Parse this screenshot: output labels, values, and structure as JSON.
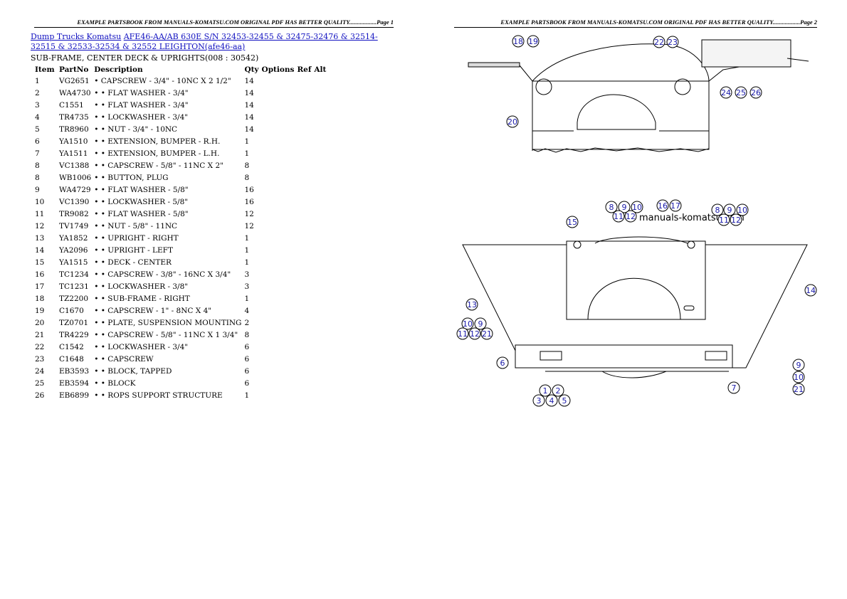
{
  "headers": {
    "page1": "EXAMPLE PARTSBOOK FROM MANUALS-KOMATSU.COM ORIGINAL PDF HAS BETTER QUALITY..................Page 1",
    "page2": "EXAMPLE PARTSBOOK FROM MANUALS-KOMATSU.COM ORIGINAL PDF HAS BETTER QUALITY..................Page 2"
  },
  "breadcrumb": {
    "link1": "Dump Trucks Komatsu",
    "link2": "AFE46-AA/AB 630E S/N 32453-32455 & 32475-32476 & 32514-32515 & 32533-32534 & 32552 LEIGHTON(afe46-aa)"
  },
  "section_title": "SUB-FRAME, CENTER DECK & UPRIGHTS(008 : 30542)",
  "table": {
    "headers": {
      "item": "Item",
      "partno": "PartNo",
      "description": "Description",
      "qty": "Qty",
      "options": "Options",
      "ref": "Ref",
      "alt": "Alt"
    },
    "rows": [
      {
        "item": "1",
        "partno": "VG2651",
        "description": "• CAPSCREW - 3/4\" - 10NC X 2 1/2\"",
        "qty": "14"
      },
      {
        "item": "2",
        "partno": "WA4730",
        "description": "• • FLAT WASHER - 3/4\"",
        "qty": "14"
      },
      {
        "item": "3",
        "partno": "C1551",
        "description": "• • FLAT WASHER - 3/4\"",
        "qty": "14"
      },
      {
        "item": "4",
        "partno": "TR4735",
        "description": "• • LOCKWASHER - 3/4\"",
        "qty": "14"
      },
      {
        "item": "5",
        "partno": "TR8960",
        "description": "• • NUT - 3/4\" - 10NC",
        "qty": "14"
      },
      {
        "item": "6",
        "partno": "YA1510",
        "description": "• • EXTENSION, BUMPER - R.H.",
        "qty": "1"
      },
      {
        "item": "7",
        "partno": "YA1511",
        "description": "• • EXTENSION, BUMPER - L.H.",
        "qty": "1"
      },
      {
        "item": "8",
        "partno": "VC1388",
        "description": "• • CAPSCREW - 5/8\" - 11NC X 2\"",
        "qty": "8"
      },
      {
        "item": "8",
        "partno": "WB1006",
        "description": "• • BUTTON, PLUG",
        "qty": "8"
      },
      {
        "item": "9",
        "partno": "WA4729",
        "description": "• • FLAT WASHER - 5/8\"",
        "qty": "16"
      },
      {
        "item": "10",
        "partno": "VC1390",
        "description": "• • LOCKWASHER - 5/8\"",
        "qty": "16"
      },
      {
        "item": "11",
        "partno": "TR9082",
        "description": "• • FLAT WASHER - 5/8\"",
        "qty": "12"
      },
      {
        "item": "12",
        "partno": "TV1749",
        "description": "• • NUT - 5/8\" - 11NC",
        "qty": "12"
      },
      {
        "item": "13",
        "partno": "YA1852",
        "description": "• • UPRIGHT - RIGHT",
        "qty": "1"
      },
      {
        "item": "14",
        "partno": "YA2096",
        "description": "• • UPRIGHT - LEFT",
        "qty": "1"
      },
      {
        "item": "15",
        "partno": "YA1515",
        "description": "• • DECK - CENTER",
        "qty": "1"
      },
      {
        "item": "16",
        "partno": "TC1234",
        "description": "• • CAPSCREW - 3/8\" - 16NC X 3/4\"",
        "qty": "3"
      },
      {
        "item": "17",
        "partno": "TC1231",
        "description": "• • LOCKWASHER - 3/8\"",
        "qty": "3"
      },
      {
        "item": "18",
        "partno": "TZ2200",
        "description": "• • SUB-FRAME - RIGHT",
        "qty": "1"
      },
      {
        "item": "19",
        "partno": "C1670",
        "description": "• • CAPSCREW - 1\" - 8NC X 4\"",
        "qty": "4"
      },
      {
        "item": "20",
        "partno": "TZ0701",
        "description": "• • PLATE, SUSPENSION MOUNTING",
        "qty": "2"
      },
      {
        "item": "21",
        "partno": "TR4229",
        "description": "• • CAPSCREW - 5/8\" - 11NC X 1 3/4\"",
        "qty": "8"
      },
      {
        "item": "22",
        "partno": "C1542",
        "description": "• • LOCKWASHER - 3/4\"",
        "qty": "6"
      },
      {
        "item": "23",
        "partno": "C1648",
        "description": "• • CAPSCREW",
        "qty": "6"
      },
      {
        "item": "24",
        "partno": "EB3593",
        "description": "• • BLOCK, TAPPED",
        "qty": "6"
      },
      {
        "item": "25",
        "partno": "EB3594",
        "description": "• • BLOCK",
        "qty": "6"
      },
      {
        "item": "26",
        "partno": "EB6899",
        "description": "• • ROPS SUPPORT STRUCTURE",
        "qty": "1"
      }
    ]
  },
  "diagram": {
    "watermark": "manuals-komatsu.com",
    "callouts_top": [
      "18",
      "19",
      "22",
      "23",
      "20",
      "24",
      "25",
      "26"
    ],
    "callouts_bottom": [
      "8",
      "9",
      "10",
      "11",
      "12",
      "16",
      "17",
      "8",
      "9",
      "10",
      "11",
      "12",
      "15",
      "13",
      "14",
      "10",
      "9",
      "11",
      "12",
      "21",
      "6",
      "9",
      "10",
      "21",
      "7",
      "1",
      "2",
      "3",
      "4",
      "5"
    ]
  }
}
